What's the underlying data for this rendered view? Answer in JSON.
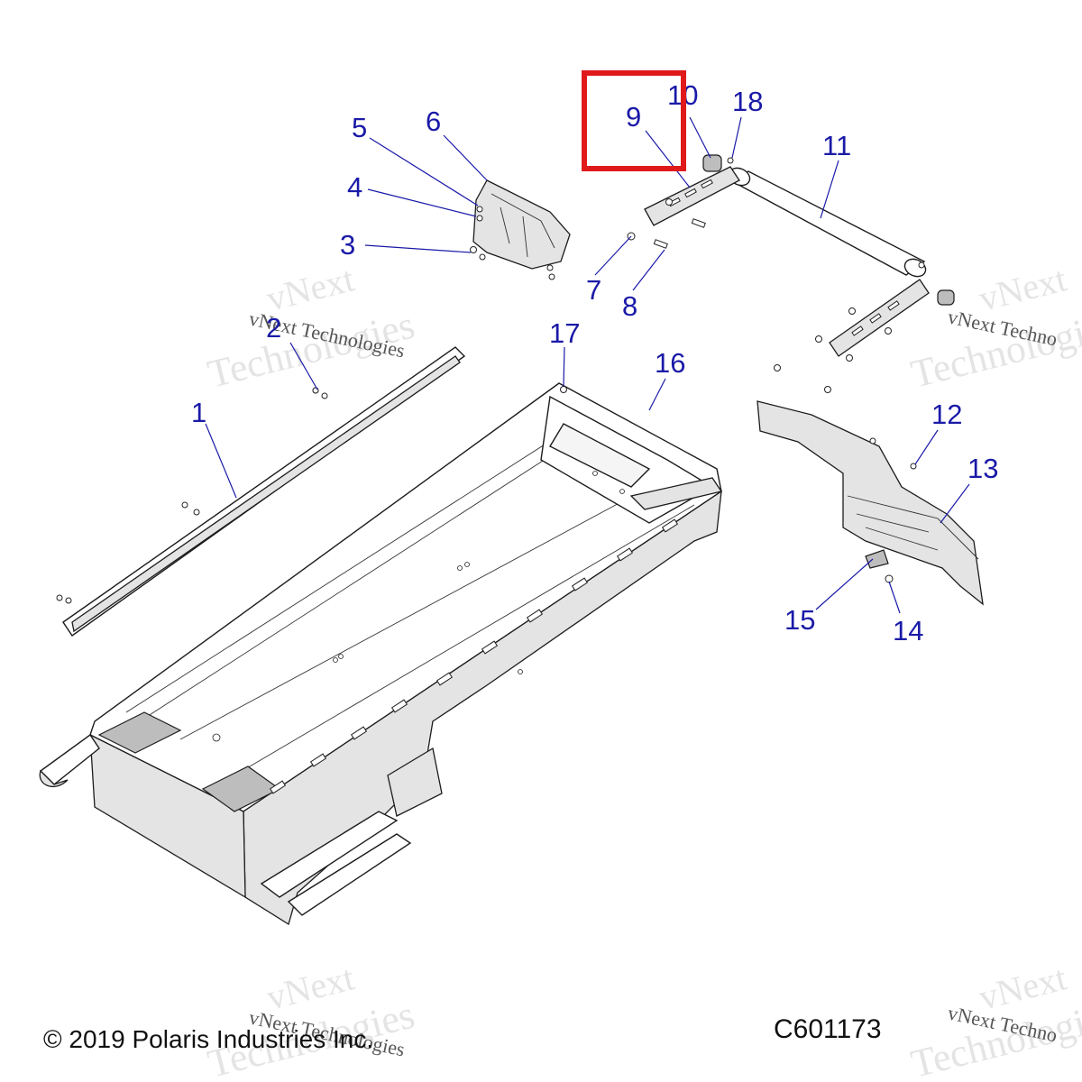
{
  "diagram": {
    "highlight_color": "#e01a1a",
    "label_color": "#1a1aa8",
    "labels": [
      "1",
      "2",
      "3",
      "4",
      "5",
      "6",
      "7",
      "8",
      "9",
      "10",
      "11",
      "12",
      "13",
      "14",
      "15",
      "16",
      "17",
      "18"
    ],
    "highlighted_label": "9",
    "watermark_brand": "vNext",
    "watermark_word": "Technologies",
    "watermark_line": "vNext Technologies",
    "watermark_cut": "vNext Techno"
  },
  "footer": {
    "copyright": "© 2019 Polaris Industries Inc.",
    "code": "C601173"
  }
}
